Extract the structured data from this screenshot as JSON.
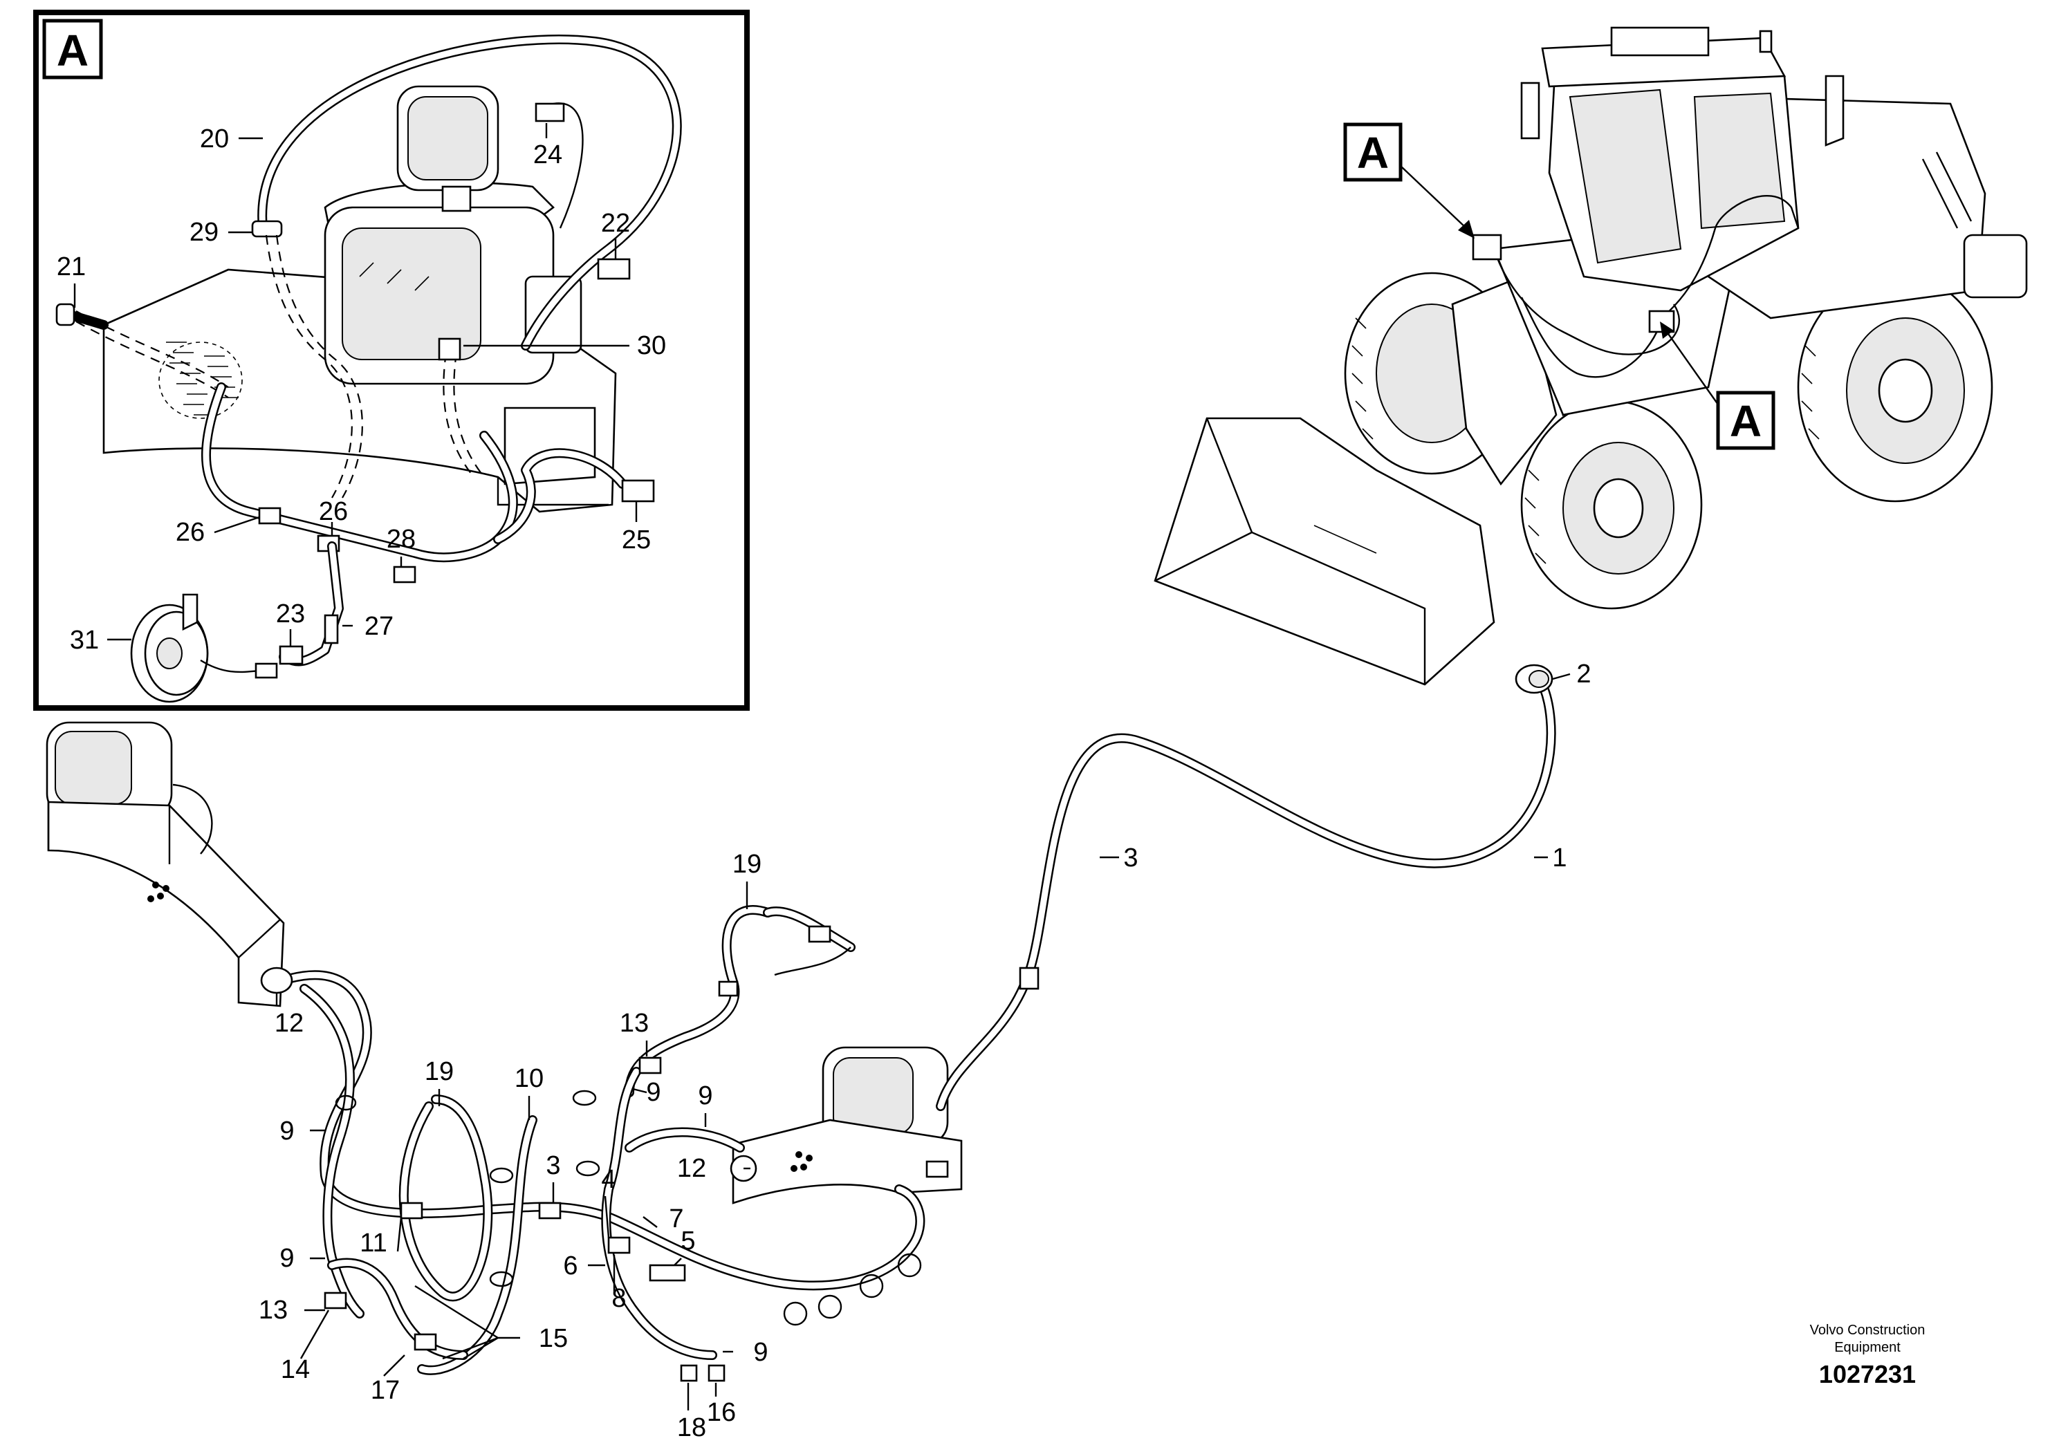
{
  "inset": {
    "tag": "A",
    "callouts": [
      {
        "id": "c20",
        "text": "20"
      },
      {
        "id": "c24",
        "text": "24"
      },
      {
        "id": "c29",
        "text": "29"
      },
      {
        "id": "c22",
        "text": "22"
      },
      {
        "id": "c21",
        "text": "21"
      },
      {
        "id": "c30",
        "text": "30"
      },
      {
        "id": "c26a",
        "text": "26"
      },
      {
        "id": "c26b",
        "text": "26"
      },
      {
        "id": "c28",
        "text": "28"
      },
      {
        "id": "c25",
        "text": "25"
      },
      {
        "id": "c23",
        "text": "23"
      },
      {
        "id": "c27",
        "text": "27"
      },
      {
        "id": "c31",
        "text": "31"
      }
    ]
  },
  "machine": {
    "tags": [
      "A",
      "A"
    ]
  },
  "harness": {
    "callouts": [
      {
        "id": "h2",
        "text": "2"
      },
      {
        "id": "h1",
        "text": "1"
      },
      {
        "id": "h3a",
        "text": "3"
      },
      {
        "id": "h19a",
        "text": "19"
      },
      {
        "id": "h12a",
        "text": "12"
      },
      {
        "id": "h13a",
        "text": "13"
      },
      {
        "id": "h9a",
        "text": "9"
      },
      {
        "id": "h19b",
        "text": "19"
      },
      {
        "id": "h10",
        "text": "10"
      },
      {
        "id": "h9b",
        "text": "9"
      },
      {
        "id": "h9c",
        "text": "9"
      },
      {
        "id": "h12b",
        "text": "12"
      },
      {
        "id": "h3b",
        "text": "3"
      },
      {
        "id": "h4",
        "text": "4"
      },
      {
        "id": "h7",
        "text": "7"
      },
      {
        "id": "h9d",
        "text": "9"
      },
      {
        "id": "h11",
        "text": "11"
      },
      {
        "id": "h5",
        "text": "5"
      },
      {
        "id": "h6",
        "text": "6"
      },
      {
        "id": "h8",
        "text": "8"
      },
      {
        "id": "h13b",
        "text": "13"
      },
      {
        "id": "h15",
        "text": "15"
      },
      {
        "id": "h14",
        "text": "14"
      },
      {
        "id": "h9e",
        "text": "9"
      },
      {
        "id": "h17",
        "text": "17"
      },
      {
        "id": "h18",
        "text": "18"
      },
      {
        "id": "h16",
        "text": "16"
      }
    ]
  },
  "footer": {
    "credit_line1": "Volvo Construction",
    "credit_line2": "Equipment",
    "doc_number": "1027231"
  }
}
